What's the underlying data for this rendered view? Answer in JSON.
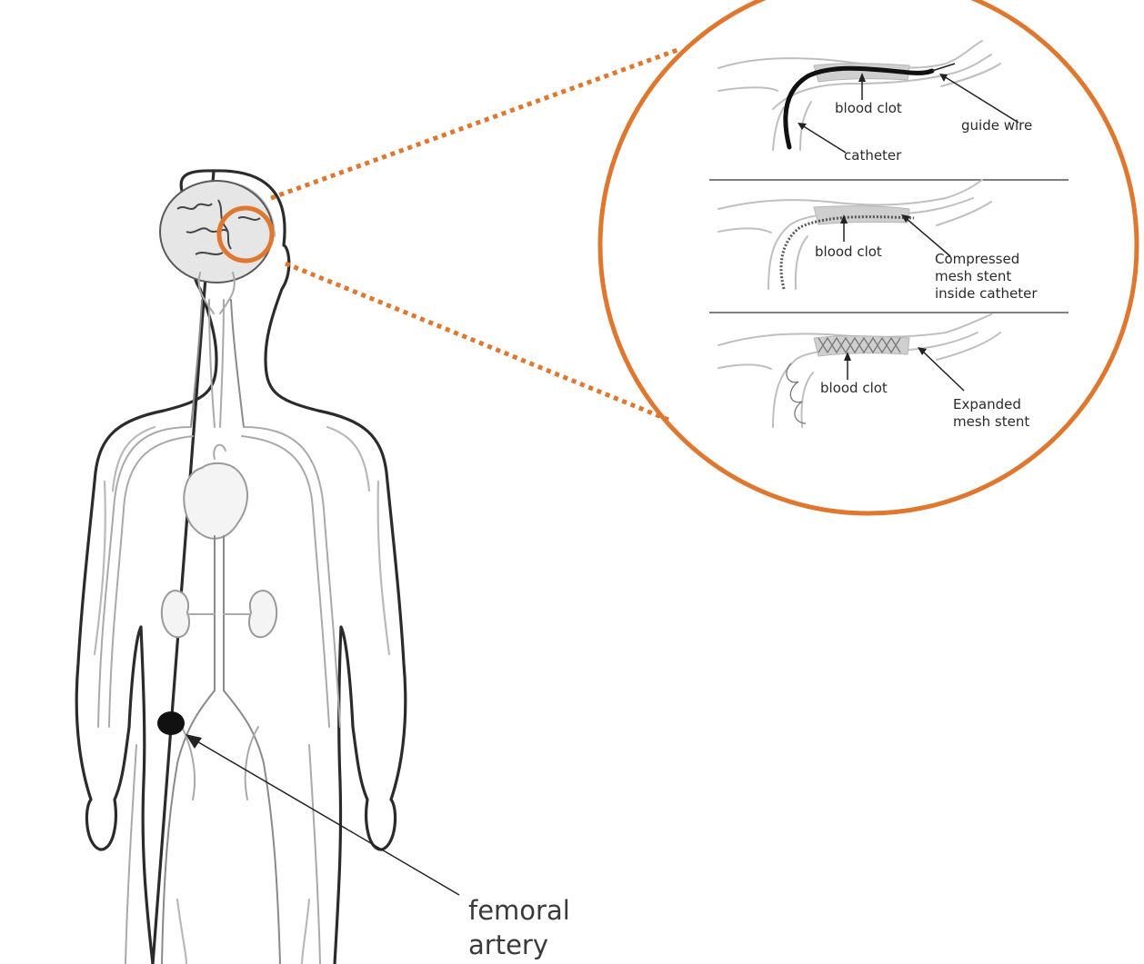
{
  "labels": {
    "femoral_artery_line1": "femoral",
    "femoral_artery_line2": "artery",
    "panel1": {
      "clot": "blood clot",
      "guide_wire": "guide wire",
      "catheter": "catheter"
    },
    "panel2": {
      "clot": "blood clot",
      "stent_line1": "Compressed",
      "stent_line2": "mesh stent",
      "stent_line3": "inside catheter"
    },
    "panel3": {
      "clot": "blood clot",
      "stent_line1": "Expanded",
      "stent_line2": "mesh stent"
    }
  },
  "colors": {
    "highlight": "#e0772f",
    "outline": "#2b2b2b",
    "vessel": "#a9a9a9"
  }
}
